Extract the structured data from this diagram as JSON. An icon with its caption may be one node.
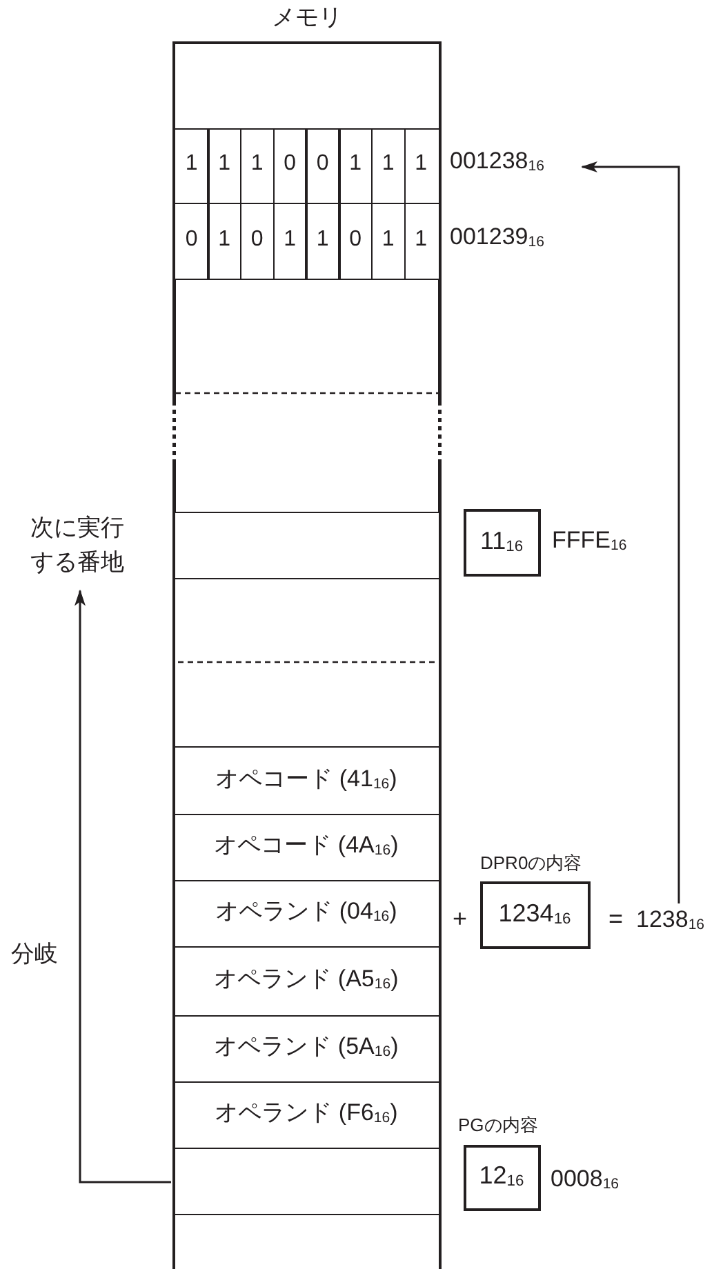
{
  "diagram": {
    "nodes": [
      {
        "text": [
          "メモリ"
        ]
      },
      {
        "text": [],
        "shape": "box",
        "in": 0
      },
      {
        "text": [
          "1",
          "1",
          "1",
          "0",
          "0",
          "1",
          "1",
          "1"
        ],
        "beside": [
          "001238$_{16}$"
        ],
        "in": 0
      },
      {
        "text": [
          "0",
          "1",
          "0",
          "1",
          "1",
          "0",
          "1",
          "1"
        ],
        "beside": [
          "001239$_{16}$"
        ],
        "in": 0
      },
      {
        "text": [],
        "shape": "box",
        "in": 0
      },
      {
        "text": [],
        "shape": "box",
        "in": 0
      },
      {
        "text": [],
        "shape": "box",
        "in": 0
      },
      {
        "text": [
          "オペコード (41$_{16}$)"
        ],
        "in": 0
      },
      {
        "text": [
          "オペコード (4A$_{16}$)"
        ],
        "in": 0
      },
      {
        "text": [
          "オペランド (04$_{16}$)"
        ],
        "in": 0
      },
      {
        "text": [
          "オペランド (A5$_{16}$)"
        ],
        "in": 0
      },
      {
        "text": [
          "オペランド (5A$_{16}$)"
        ],
        "in": 0
      },
      {
        "text": [
          "オペランド (F6$_{16}$)"
        ],
        "in": 0
      },
      {
        "text": [],
        "shape": "box",
        "in": 0
      },
      {
        "text": [],
        "shape": "box",
        "in": 0
      },
      {
        "text": [
          "11$_{16}$"
        ],
        "beside": [
          "FFFE$_{16}$"
        ]
      },
      {
        "text": [
          "DPR0の内容",
          "1234$_{16}$"
        ]
      },
      {
        "text": [
          "1238$_{16}$"
        ]
      },
      {
        "text": [
          "PGの内容",
          "12$_{16}$"
        ],
        "beside": [
          "0008$_{16}$"
        ]
      },
      {
        "text": [
          "次に実行する番地"
        ]
      }
    ],
    "edges": [
      {
        "from": 17,
        "to": 2,
        "arrow": "to"
      },
      {
        "from": 13,
        "to": 19,
        "arrow": "to",
        "label": "分岐"
      }
    ],
    "labels": [
      "+",
      "="
    ]
  }
}
